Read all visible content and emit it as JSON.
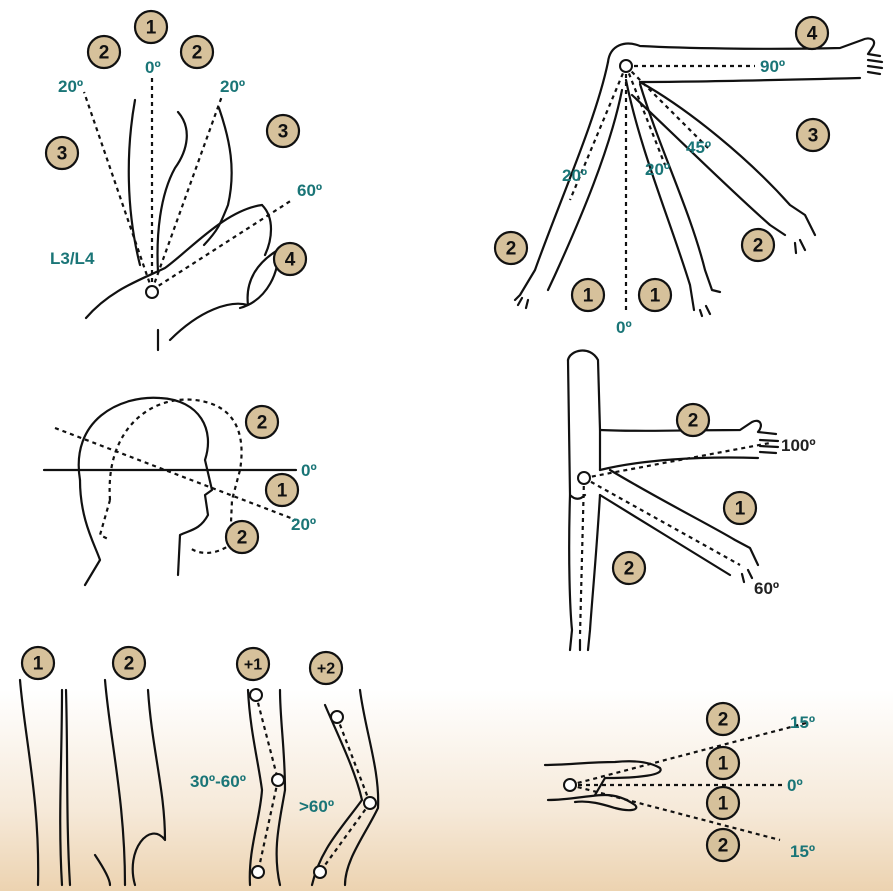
{
  "colors": {
    "badge_fill": "#d6c19b",
    "label_teal": "#1a7577",
    "label_dark": "#222222",
    "background_fade": "#e6c496"
  },
  "panels": {
    "neck_side": {
      "badges": [
        "1",
        "2",
        "2",
        "3",
        "3",
        "4"
      ],
      "angles": [
        "0º",
        "20º",
        "20º",
        "60º"
      ],
      "level": "L3/L4"
    },
    "shoulder": {
      "badges": [
        "4",
        "3",
        "2",
        "1",
        "1",
        "2"
      ],
      "angles": [
        "90º",
        "45º",
        "20º",
        "20º",
        "0º"
      ]
    },
    "head": {
      "badges": [
        "2",
        "1",
        "2"
      ],
      "angles": [
        "0º",
        "20º"
      ]
    },
    "elbow": {
      "badges": [
        "2",
        "1",
        "2"
      ],
      "angles": [
        "100º",
        "60º"
      ]
    },
    "legs": {
      "badges": [
        "1",
        "2",
        "+1",
        "+2"
      ],
      "angles": [
        "30º-60º",
        ">60º"
      ]
    },
    "wrist": {
      "badges": [
        "2",
        "1",
        "1",
        "2"
      ],
      "angles": [
        "15º",
        "0º",
        "15º"
      ]
    }
  }
}
